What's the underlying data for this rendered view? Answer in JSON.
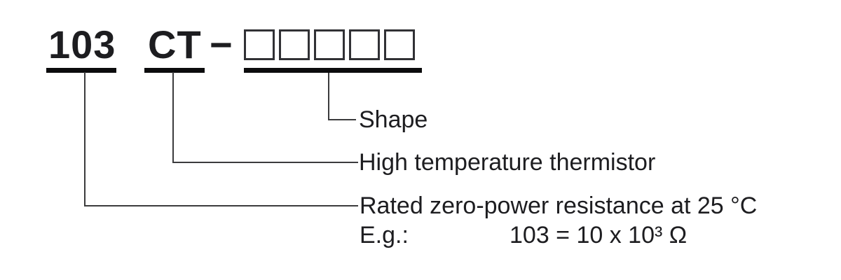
{
  "part_number": {
    "resistance_code": "103",
    "series_code": "CT",
    "separator": "−",
    "shape_box_count": 5
  },
  "callouts": [
    {
      "id": "shape",
      "label": "Shape"
    },
    {
      "id": "series",
      "label": "High temperature thermistor"
    },
    {
      "id": "resistance",
      "label": "Rated zero-power resistance at 25 °C"
    }
  ],
  "example": {
    "prefix": "E.g.:",
    "equation": "103 = 10 x 10³ Ω"
  },
  "colors": {
    "text": "#1d1d20",
    "underline_bar": "#0c0c0d",
    "connector_line": "#3b3b3d",
    "box_border": "#313135",
    "background": "#ffffff"
  }
}
